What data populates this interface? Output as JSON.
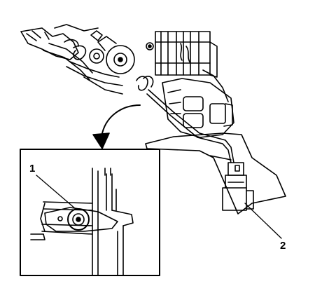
{
  "callouts": [
    {
      "id": 1,
      "label": "1"
    },
    {
      "id": 2,
      "label": "2"
    }
  ],
  "colors": {
    "ink": "#000000",
    "paper": "#ffffff"
  }
}
